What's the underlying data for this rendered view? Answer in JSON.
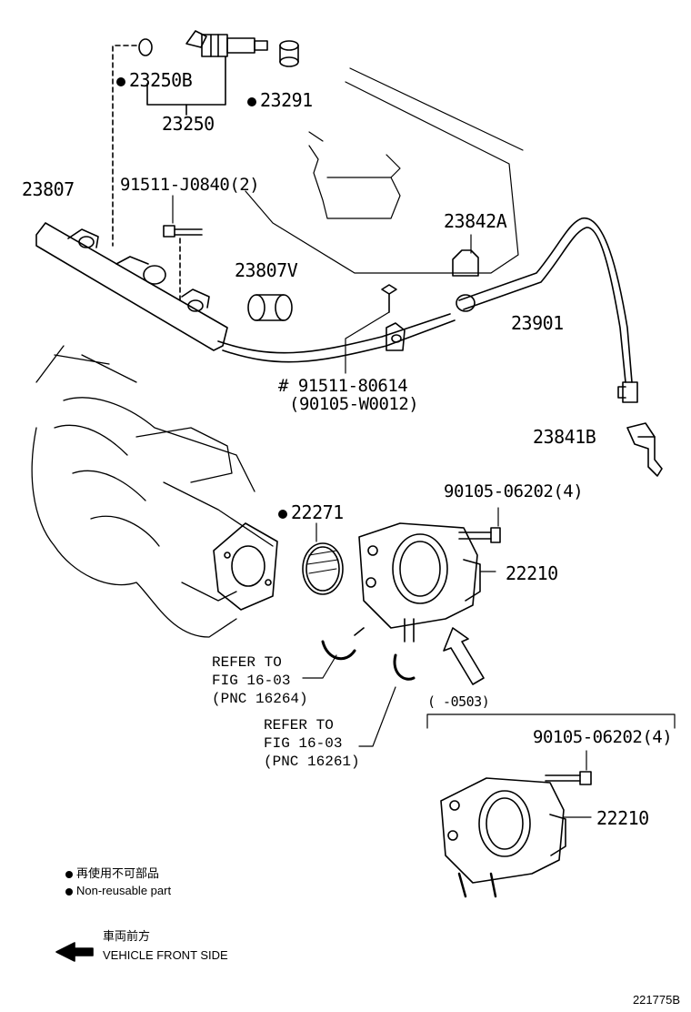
{
  "labels": {
    "p23250B": "23250B",
    "p23250": "23250",
    "p23291": "23291",
    "p23807": "23807",
    "p91511J": "91511-J0840(2)",
    "p23842A": "23842A",
    "p23807V": "23807V",
    "p23901": "23901",
    "p91511_80614": "# 91511-80614",
    "p90105W": "(90105-W0012)",
    "p23841B": "23841B",
    "p90105_06202_a": "90105-06202(4)",
    "p22271": "22271",
    "p22210_a": "22210",
    "p0503": "(      -0503)",
    "p90105_06202_b": "90105-06202(4)",
    "p22210_b": "22210"
  },
  "refs": {
    "ref1": "REFER TO\nFIG 16-03\n(PNC 16264)",
    "ref2": "REFER TO\nFIG 16-03\n(PNC 16261)"
  },
  "legend": {
    "nonreusable_jp": "再使用不可部品",
    "nonreusable_en": "Non-reusable part",
    "front_jp": "車両前方",
    "front_en": "VEHICLE FRONT SIDE"
  },
  "image_id": "221775B"
}
